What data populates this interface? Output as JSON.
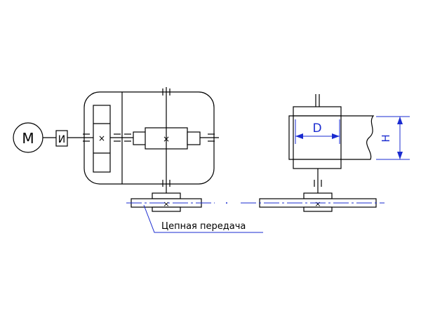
{
  "labels": {
    "motor": "М",
    "coupling": "И",
    "diameter": "D",
    "height": "Н",
    "chain_drive": "Цепная передача",
    "cross": "×"
  },
  "colors": {
    "line": "#000000",
    "dimension": "#1a2bd0"
  }
}
